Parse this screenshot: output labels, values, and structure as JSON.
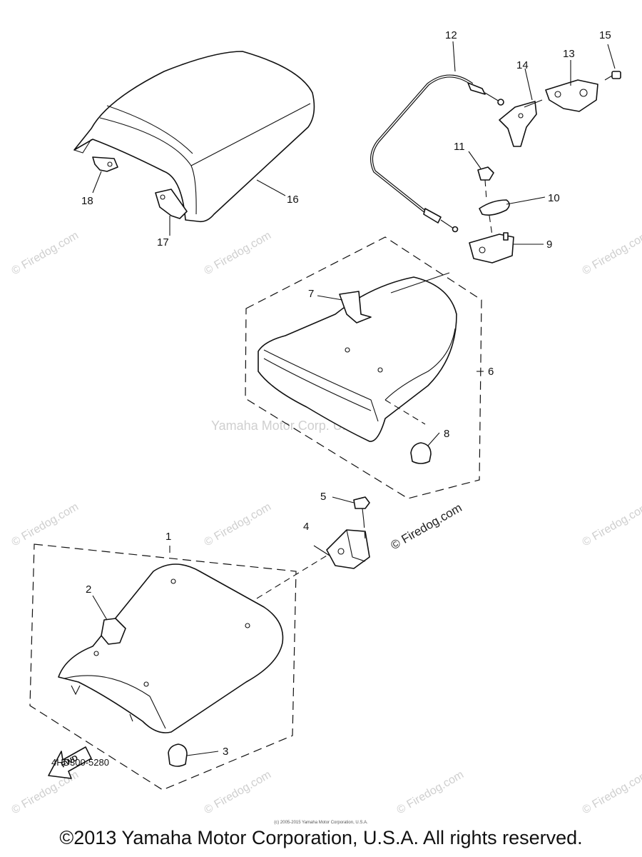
{
  "watermarks": {
    "center": "Yamaha Motor Corp. U.S.A.",
    "firedog": "© Firedog.com"
  },
  "callouts": [
    "1",
    "2",
    "3",
    "4",
    "5",
    "6",
    "7",
    "8",
    "9",
    "10",
    "11",
    "12",
    "13",
    "14",
    "15",
    "16",
    "17",
    "18"
  ],
  "fwd_label": "FWD",
  "diagram_code": "4HD300-5280",
  "fine_print": "(c) 2005-2015 Yamaha Motor Corporation, U.S.A.",
  "copyright": "©2013 Yamaha Motor Corporation, U.S.A. All rights reserved."
}
